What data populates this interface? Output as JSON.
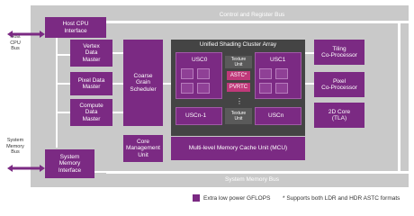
{
  "buses": {
    "control": "Control and Register Bus",
    "memory": "System Memory Bus"
  },
  "external": {
    "host_cpu_bus": "Host\nCPU\nBus",
    "system_memory_bus": "System\nMemory\nBus"
  },
  "blocks": {
    "host_cpu_interface": "Host CPU\nInterface",
    "vertex_data_master": "Vertex\nData\nMaster",
    "pixel_data_master": "Pixel Data\nMaster",
    "compute_data_master": "Compute\nData\nMaster",
    "coarse_grain_scheduler": "Coarse\nGrain\nScheduler",
    "core_management_unit": "Core\nManagement\nUnit",
    "system_memory_interface": "System\nMemory\nInterface",
    "mcu": "Multi-level Memory Cache Unit (MCU)",
    "tiling_coprocessor": "Tiling\nCo-Processor",
    "pixel_coprocessor": "Pixel\nCo-Processor",
    "core_2d": "2D Core\n(TLA)"
  },
  "usca": {
    "title": "Unified Shading Cluster Array",
    "usc0": "USC0",
    "usc1": "USC1",
    "uscn_1": "USCn-1",
    "uscn": "USCn",
    "texture_unit_top": "Texture\nUnit",
    "texture_unit_bottom": "Texture\nUnit",
    "astc": "ASTC*",
    "pvrtc": "PVRTC",
    "dots": "⋮"
  },
  "legend": {
    "gflops": "Extra low power GFLOPS",
    "astc_note": "* Supports both LDR and HDR ASTC formats"
  },
  "colors": {
    "purple": "#7b2a83",
    "panel": "#c9c9c9",
    "usca": "#444444",
    "astc_pink": "#c0397a"
  }
}
